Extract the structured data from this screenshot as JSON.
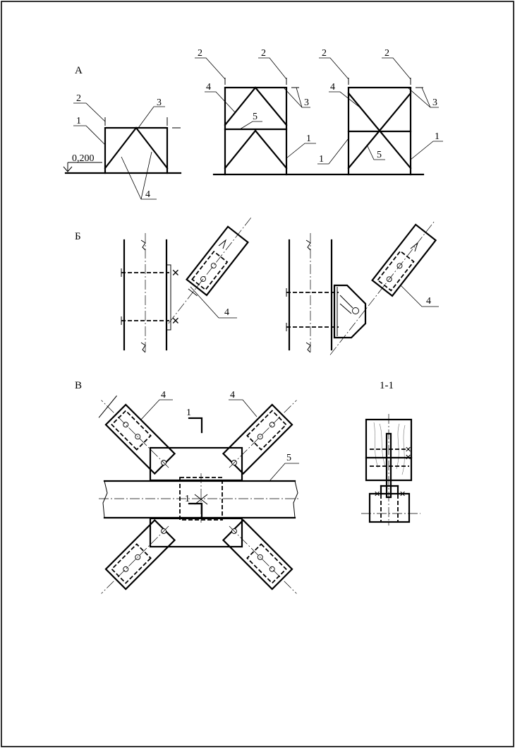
{
  "sections": {
    "a": "А",
    "b": "Б",
    "v": "В",
    "cut": "1-1"
  },
  "elevation_mark": "0,200",
  "callouts": {
    "n1": "1",
    "n2": "2",
    "n3": "3",
    "n4": "4",
    "n5": "5"
  }
}
